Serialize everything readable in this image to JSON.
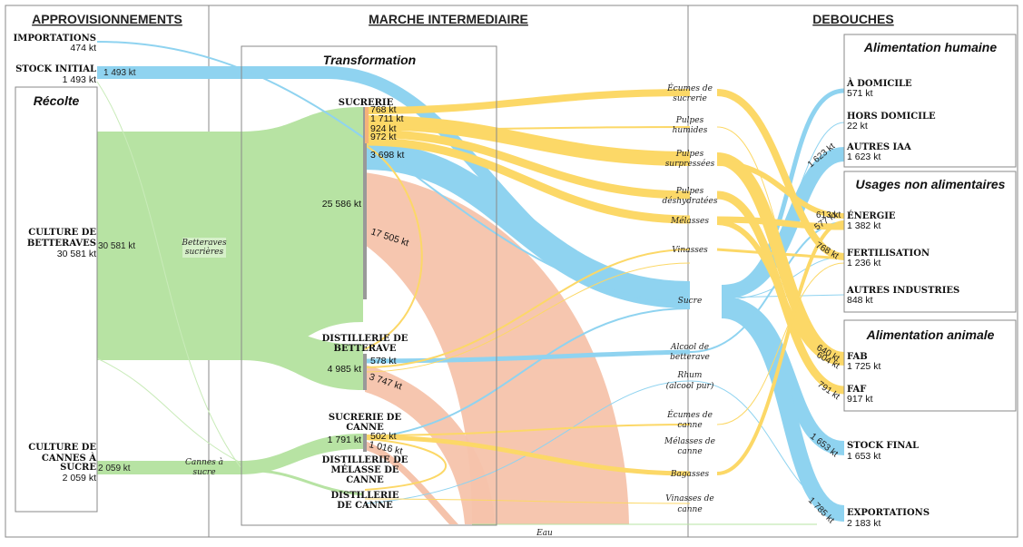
{
  "columns": {
    "approvisionnements": "APPROVISIONNEMENTS",
    "marche": "MARCHE INTERMEDIAIRE",
    "debouches": "DEBOUCHES"
  },
  "boxes": {
    "recolte": "Récolte",
    "transformation": "Transformation",
    "alim_humaine": "Alimentation humaine",
    "usages_non_alim": "Usages non alimentaires",
    "alim_animale": "Alimentation animale"
  },
  "sources": {
    "importations": {
      "name": "IMPORTATIONS",
      "value": "474 kt"
    },
    "stock_initial": {
      "name": "STOCK INITIAL",
      "value": "1 493 kt",
      "flow": "1 493 kt"
    },
    "culture_betteraves": {
      "name1": "CULTURE DE",
      "name2": "BETTERAVES",
      "value": "30 581 kt",
      "flow": "30 581 kt"
    },
    "culture_cannes": {
      "name1": "CULTURE DE",
      "name2": "CANNES À",
      "name3": "SUCRE",
      "value": "2 059 kt",
      "flow": "2 059 kt"
    }
  },
  "raw": {
    "betteraves1": "Betteraves",
    "betteraves2": "sucrières",
    "cannes1": "Cannes à",
    "cannes2": "sucre"
  },
  "plants": {
    "sucrerie": {
      "name": "SUCRERIE",
      "in": "25 586 kt",
      "outs": [
        "768 kt",
        "1 711 kt",
        "924 kt",
        "972 kt",
        "3 698 kt",
        "17 505 kt"
      ]
    },
    "distillerie_betterave": {
      "name1": "DISTILLERIE DE",
      "name2": "BETTERAVE",
      "in": "4 985 kt",
      "outs": [
        "578 kt",
        "3 747 kt"
      ]
    },
    "sucrerie_canne": {
      "name1": "SUCRERIE DE",
      "name2": "CANNE",
      "in": "1 791 kt",
      "outs": [
        "502 kt",
        "1 016 kt"
      ]
    },
    "distillerie_melasse": {
      "name1": "DISTILLERIE DE",
      "name2": "MÉLASSE DE",
      "name3": "CANNE"
    },
    "distillerie_canne": {
      "name1": "DISTILLERIE",
      "name2": "DE CANNE"
    }
  },
  "products": {
    "ecumes_sucrerie": [
      "Écumes de",
      "sucrerie"
    ],
    "pulpes_humides": [
      "Pulpes",
      "humides"
    ],
    "pulpes_surpressees": [
      "Pulpes",
      "surpressées"
    ],
    "pulpes_deshydratees": [
      "Pulpes",
      "déshydratées"
    ],
    "melasses": [
      "Mélasses"
    ],
    "vinasses": [
      "Vinasses"
    ],
    "sucre": [
      "Sucre"
    ],
    "alcool_betterave": [
      "Alcool de",
      "betterave"
    ],
    "rhum": [
      "Rhum",
      "(alcool pur)"
    ],
    "ecumes_canne": [
      "Écumes de",
      "canne"
    ],
    "melasses_canne": [
      "Mélasses de",
      "canne"
    ],
    "bagasses": [
      "Bagasses"
    ],
    "vinasses_canne": [
      "Vinasses de",
      "canne"
    ],
    "eau": [
      "Eau"
    ]
  },
  "outlets": {
    "a_domicile": {
      "name": "À DOMICILE",
      "value": "571 kt"
    },
    "hors_domicile": {
      "name": "HORS DOMICILE",
      "value": "22 kt"
    },
    "autres_iaa": {
      "name": "AUTRES IAA",
      "value": "1 623 kt",
      "flow": "1 623 kt"
    },
    "energie": {
      "name": "ÉNERGIE",
      "value": "1 382 kt"
    },
    "fertilisation": {
      "name": "FERTILISATION",
      "value": "1 236 kt"
    },
    "autres_industries": {
      "name": "AUTRES INDUSTRIES",
      "value": "848 kt"
    },
    "fab": {
      "name": "FAB",
      "value": "1 725 kt"
    },
    "faf": {
      "name": "FAF",
      "value": "917 kt"
    },
    "stock_final": {
      "name": "STOCK FINAL",
      "value": "1 653 kt",
      "flow": "1 653 kt"
    },
    "exportations": {
      "name": "EXPORTATIONS",
      "value": "2 183 kt",
      "flow": "1 785 kt"
    }
  },
  "inflow_labels": {
    "energie_a": "613 kt",
    "energie_b": "577 kt",
    "fertilisation_a": "768 kt",
    "fab_a": "640 kt",
    "fab_b": "604 kt",
    "faf_a": "791 kt"
  },
  "colors": {
    "green": "#b7e3a3",
    "salmon": "#f5c3ab",
    "blue": "#8fd3f0",
    "yellow": "#fcd867",
    "orange_node": "#f5b27a"
  }
}
